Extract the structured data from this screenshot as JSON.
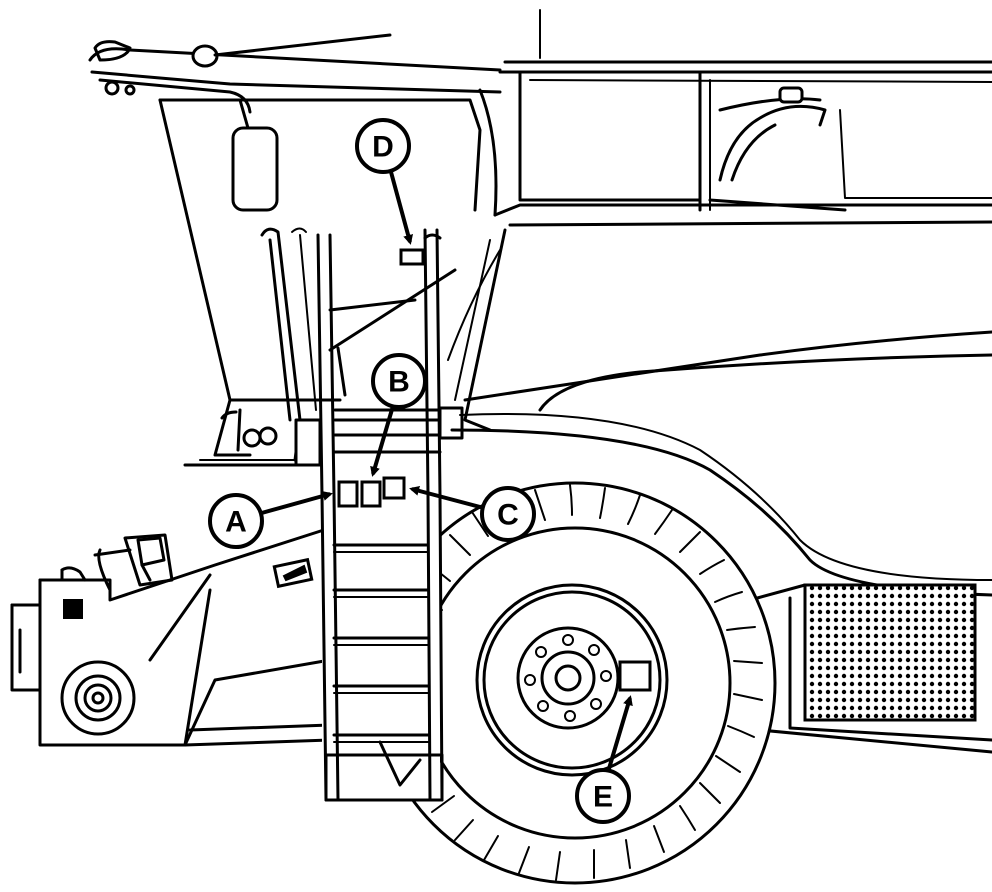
{
  "callouts": {
    "a": "A",
    "b": "B",
    "c": "C",
    "d": "D",
    "e": "E"
  },
  "colors": {
    "ink": "#000000",
    "background": "#ffffff"
  }
}
